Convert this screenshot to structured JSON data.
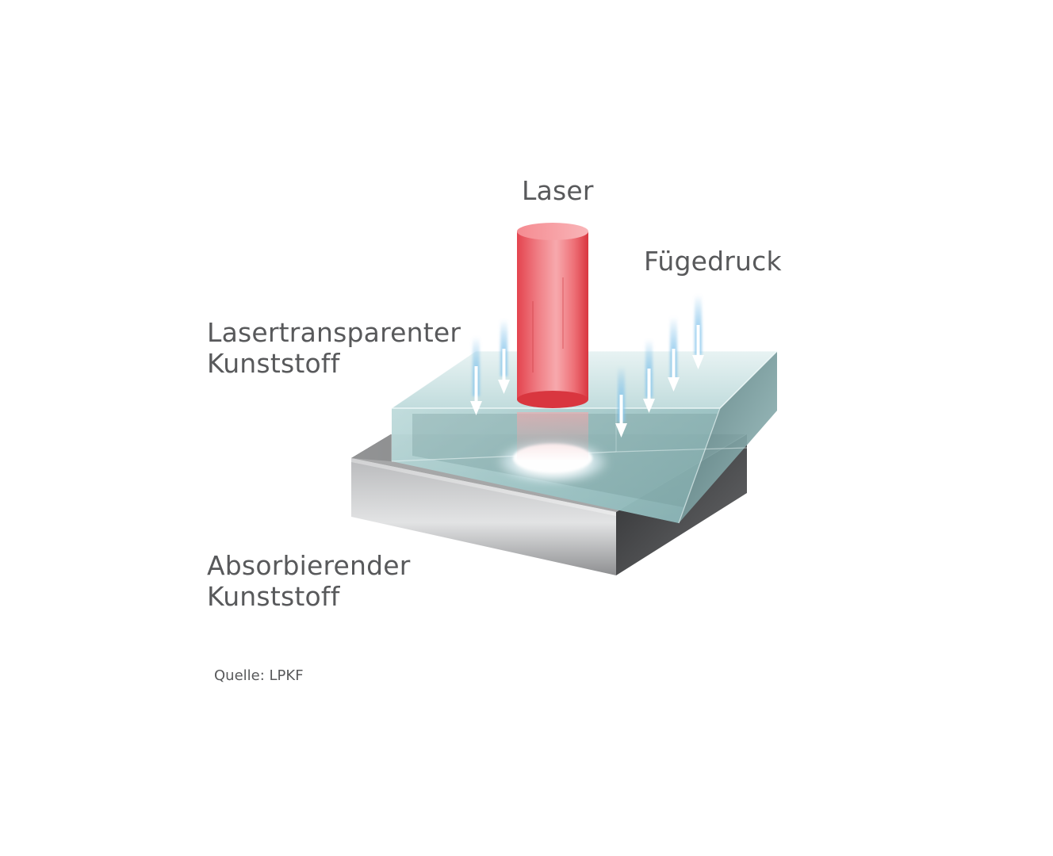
{
  "labels": {
    "laser": "Laser",
    "joining_pressure": "Fügedruck",
    "transparent_line1": "Lasertransparenter",
    "transparent_line2": "Kunststoff",
    "absorbing_line1": "Absorbierender",
    "absorbing_line2": "Kunststoff"
  },
  "source": "Quelle: LPKF",
  "colors": {
    "text": "#58595b",
    "laser_beam": "#e8525c",
    "transparent_plastic": "#a8cfd0",
    "absorbing_plastic": "#9a9b9d",
    "pressure_arrow": "#ffffff",
    "pressure_arrow_glow": "#8cc8ec"
  },
  "icons": [
    "laser-beam-icon",
    "pressure-arrow-icon",
    "weld-spot-icon"
  ]
}
